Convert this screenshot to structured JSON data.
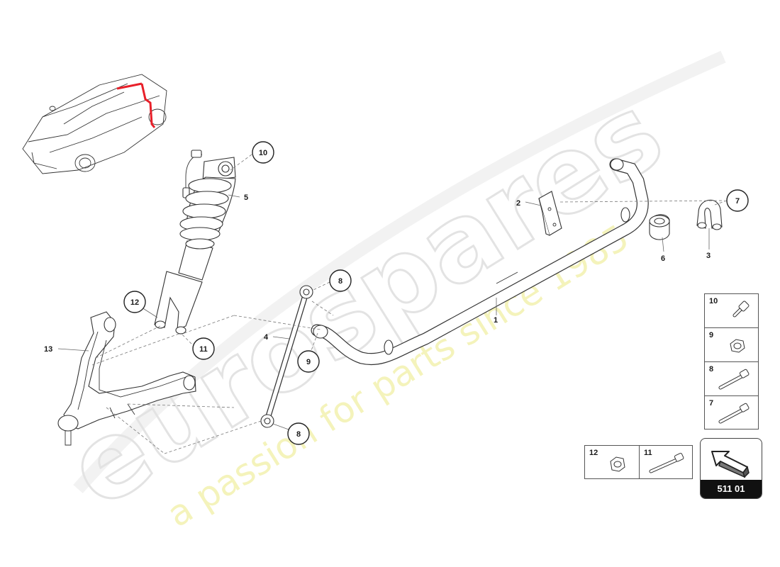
{
  "watermark": {
    "brand": "eurospares",
    "tagline": "a passion for parts since 1985",
    "colors": {
      "brand": "#e6e6e6",
      "tagline": "#f2f0a8"
    }
  },
  "callouts": {
    "c1": "1",
    "c2": "2",
    "c3": "3",
    "c4": "4",
    "c5": "5",
    "c6": "6",
    "c7": "7",
    "c8a": "8",
    "c8b": "8",
    "c9": "9",
    "c10": "10",
    "c11": "11",
    "c12": "12",
    "c13": "13"
  },
  "fastener_table": {
    "rows": [
      {
        "num": "10",
        "icon": "bolt-short-icon"
      },
      {
        "num": "9",
        "icon": "nut-icon"
      },
      {
        "num": "8",
        "icon": "bolt-long-icon"
      },
      {
        "num": "7",
        "icon": "bolt-long-icon"
      }
    ],
    "bottom": [
      {
        "num": "12",
        "icon": "nut-icon"
      },
      {
        "num": "11",
        "icon": "bolt-long-icon"
      }
    ]
  },
  "reference": {
    "label": "511 01",
    "icon": "arrow-pointer-icon"
  },
  "colors": {
    "highlight": "#e8202a",
    "line": "#333333",
    "ref_label_bg": "#111111"
  }
}
